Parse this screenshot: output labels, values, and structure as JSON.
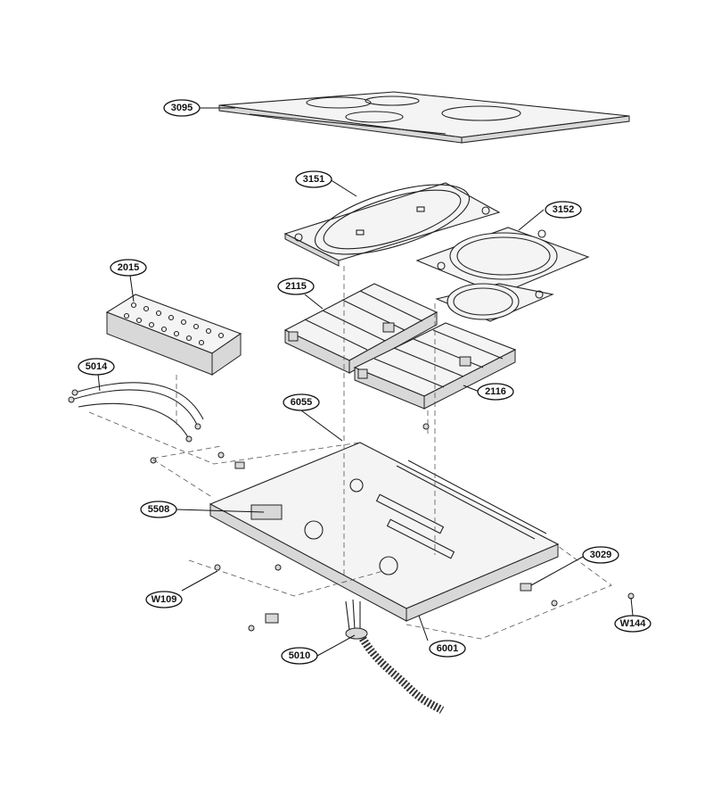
{
  "callouts": {
    "glass_top": "3095",
    "left_coil_plate": "3151",
    "right_coil_plate": "3152",
    "control_board": "2015",
    "left_inverter": "2115",
    "right_inverter": "2116",
    "wire_harness": "5014",
    "screw_upper": "6055",
    "terminal_block": "5508",
    "side_bracket": "3029",
    "screw_left": "W109",
    "screw_right": "W144",
    "power_cord": "5010",
    "base_pan": "6001"
  }
}
